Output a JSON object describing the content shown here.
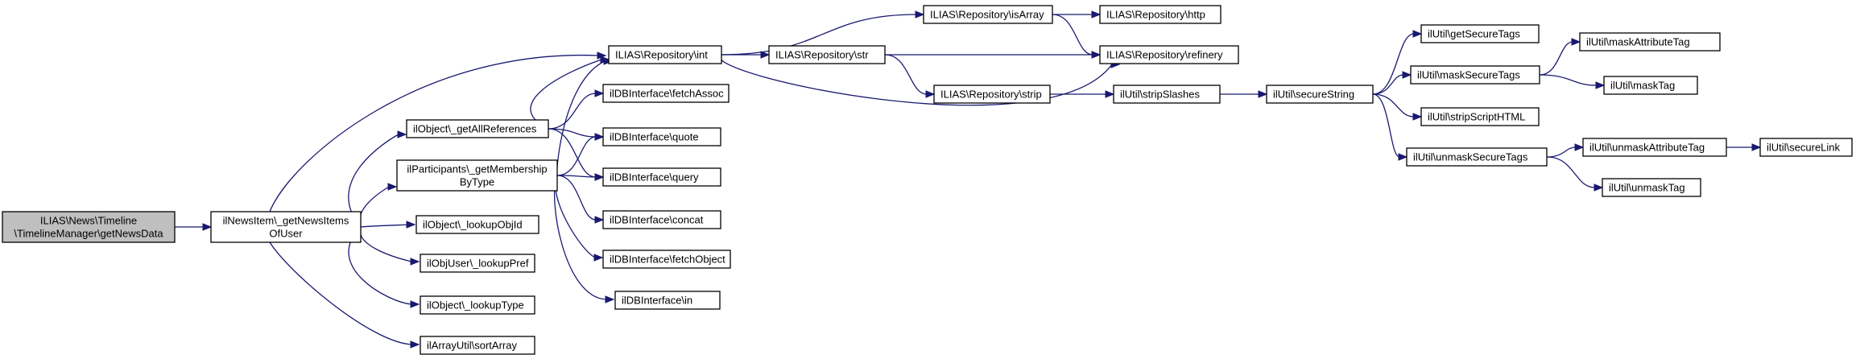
{
  "nodes": [
    {
      "id": "root",
      "lines": [
        "ILIAS\\News\\Timeline",
        "\\TimelineManager\\getNewsData"
      ],
      "root": true
    },
    {
      "id": "getNewsItemsOfUser",
      "lines": [
        "ilNewsItem\\_getNewsItems",
        "OfUser"
      ]
    },
    {
      "id": "getAllReferences",
      "lines": [
        "ilObject\\_getAllReferences"
      ]
    },
    {
      "id": "getMembershipByType",
      "lines": [
        "ilParticipants\\_getMembership",
        "ByType"
      ]
    },
    {
      "id": "lookupObjId",
      "lines": [
        "ilObject\\_lookupObjId"
      ]
    },
    {
      "id": "lookupPref",
      "lines": [
        "ilObjUser\\_lookupPref"
      ]
    },
    {
      "id": "lookupType",
      "lines": [
        "ilObject\\_lookupType"
      ]
    },
    {
      "id": "sortArray",
      "lines": [
        "ilArrayUtil\\sortArray"
      ]
    },
    {
      "id": "repoInt",
      "lines": [
        "ILIAS\\Repository\\int"
      ]
    },
    {
      "id": "fetchAssoc",
      "lines": [
        "ilDBInterface\\fetchAssoc"
      ]
    },
    {
      "id": "quote",
      "lines": [
        "ilDBInterface\\quote"
      ]
    },
    {
      "id": "query",
      "lines": [
        "ilDBInterface\\query"
      ]
    },
    {
      "id": "concat",
      "lines": [
        "ilDBInterface\\concat"
      ]
    },
    {
      "id": "fetchObject",
      "lines": [
        "ilDBInterface\\fetchObject"
      ]
    },
    {
      "id": "dbIn",
      "lines": [
        "ilDBInterface\\in"
      ]
    },
    {
      "id": "repoStr",
      "lines": [
        "ILIAS\\Repository\\str"
      ]
    },
    {
      "id": "repoIsArray",
      "lines": [
        "ILIAS\\Repository\\isArray"
      ]
    },
    {
      "id": "repoHttp",
      "lines": [
        "ILIAS\\Repository\\http"
      ]
    },
    {
      "id": "repoRefinery",
      "lines": [
        "ILIAS\\Repository\\refinery"
      ]
    },
    {
      "id": "repoStrip",
      "lines": [
        "ILIAS\\Repository\\strip"
      ]
    },
    {
      "id": "stripSlashes",
      "lines": [
        "ilUtil\\stripSlashes"
      ]
    },
    {
      "id": "secureString",
      "lines": [
        "ilUtil\\secureString"
      ]
    },
    {
      "id": "getSecureTags",
      "lines": [
        "ilUtil\\getSecureTags"
      ]
    },
    {
      "id": "maskSecureTags",
      "lines": [
        "ilUtil\\maskSecureTags"
      ]
    },
    {
      "id": "stripScriptHTML",
      "lines": [
        "ilUtil\\stripScriptHTML"
      ]
    },
    {
      "id": "unmaskSecureTags",
      "lines": [
        "ilUtil\\unmaskSecureTags"
      ]
    },
    {
      "id": "maskAttributeTag",
      "lines": [
        "ilUtil\\maskAttributeTag"
      ]
    },
    {
      "id": "maskTag",
      "lines": [
        "ilUtil\\maskTag"
      ]
    },
    {
      "id": "unmaskAttributeTag",
      "lines": [
        "ilUtil\\unmaskAttributeTag"
      ]
    },
    {
      "id": "unmaskTag",
      "lines": [
        "ilUtil\\unmaskTag"
      ]
    },
    {
      "id": "secureLink",
      "lines": [
        "ilUtil\\secureLink"
      ]
    }
  ],
  "edges": [
    [
      "root",
      "getNewsItemsOfUser"
    ],
    [
      "getNewsItemsOfUser",
      "repoInt"
    ],
    [
      "getNewsItemsOfUser",
      "getAllReferences"
    ],
    [
      "getNewsItemsOfUser",
      "getMembershipByType"
    ],
    [
      "getNewsItemsOfUser",
      "lookupObjId"
    ],
    [
      "getNewsItemsOfUser",
      "lookupPref"
    ],
    [
      "getNewsItemsOfUser",
      "lookupType"
    ],
    [
      "getNewsItemsOfUser",
      "sortArray"
    ],
    [
      "getAllReferences",
      "repoInt"
    ],
    [
      "getAllReferences",
      "fetchAssoc"
    ],
    [
      "getAllReferences",
      "quote"
    ],
    [
      "getAllReferences",
      "query"
    ],
    [
      "getMembershipByType",
      "repoInt"
    ],
    [
      "getMembershipByType",
      "quote"
    ],
    [
      "getMembershipByType",
      "query"
    ],
    [
      "getMembershipByType",
      "concat"
    ],
    [
      "getMembershipByType",
      "fetchObject"
    ],
    [
      "getMembershipByType",
      "dbIn"
    ],
    [
      "repoInt",
      "repoIsArray"
    ],
    [
      "repoInt",
      "repoStr"
    ],
    [
      "repoInt",
      "repoRefinery"
    ],
    [
      "repoStr",
      "repoRefinery"
    ],
    [
      "repoStr",
      "repoStrip"
    ],
    [
      "repoIsArray",
      "repoHttp"
    ],
    [
      "repoIsArray",
      "repoRefinery"
    ],
    [
      "repoStrip",
      "stripSlashes"
    ],
    [
      "stripSlashes",
      "secureString"
    ],
    [
      "secureString",
      "getSecureTags"
    ],
    [
      "secureString",
      "maskSecureTags"
    ],
    [
      "secureString",
      "stripScriptHTML"
    ],
    [
      "secureString",
      "unmaskSecureTags"
    ],
    [
      "maskSecureTags",
      "maskAttributeTag"
    ],
    [
      "maskSecureTags",
      "maskTag"
    ],
    [
      "unmaskSecureTags",
      "unmaskAttributeTag"
    ],
    [
      "unmaskSecureTags",
      "unmaskTag"
    ],
    [
      "unmaskAttributeTag",
      "secureLink"
    ]
  ]
}
